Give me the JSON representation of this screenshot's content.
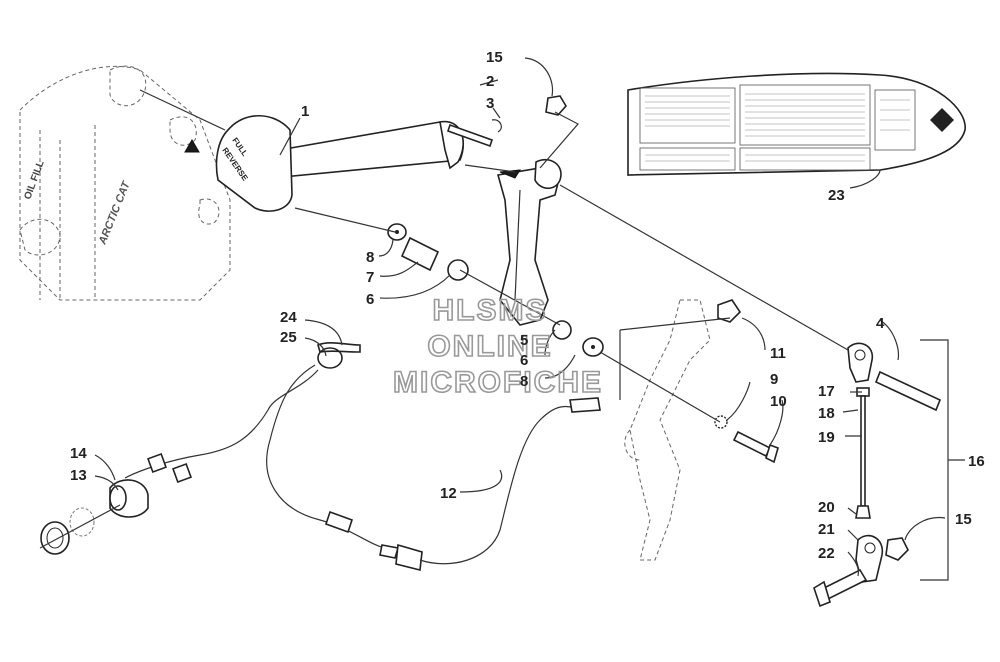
{
  "watermark": {
    "line1": "HLSMS",
    "line2": "ONLINE",
    "line3": "MICROFICHE"
  },
  "engine_labels": {
    "oil_fill": "OIL FILL",
    "brand": "ARCTIC CAT"
  },
  "handle_label": {
    "line1": "FULL",
    "line2": "REVERSE"
  },
  "callouts": [
    {
      "id": "c1",
      "text": "1"
    },
    {
      "id": "c2",
      "text": "2"
    },
    {
      "id": "c3",
      "text": "3"
    },
    {
      "id": "c15a",
      "text": "15"
    },
    {
      "id": "c23",
      "text": "23"
    },
    {
      "id": "c8a",
      "text": "8"
    },
    {
      "id": "c7",
      "text": "7"
    },
    {
      "id": "c6a",
      "text": "6"
    },
    {
      "id": "c5",
      "text": "5"
    },
    {
      "id": "c6b",
      "text": "6"
    },
    {
      "id": "c8b",
      "text": "8"
    },
    {
      "id": "c11",
      "text": "11"
    },
    {
      "id": "c9",
      "text": "9"
    },
    {
      "id": "c10",
      "text": "10"
    },
    {
      "id": "c4",
      "text": "4"
    },
    {
      "id": "c17",
      "text": "17"
    },
    {
      "id": "c18",
      "text": "18"
    },
    {
      "id": "c19",
      "text": "19"
    },
    {
      "id": "c16",
      "text": "16"
    },
    {
      "id": "c20",
      "text": "20"
    },
    {
      "id": "c21",
      "text": "21"
    },
    {
      "id": "c15b",
      "text": "15"
    },
    {
      "id": "c22",
      "text": "22"
    },
    {
      "id": "c24",
      "text": "24"
    },
    {
      "id": "c25",
      "text": "25"
    },
    {
      "id": "c14",
      "text": "14"
    },
    {
      "id": "c13",
      "text": "13"
    },
    {
      "id": "c12",
      "text": "12"
    }
  ]
}
